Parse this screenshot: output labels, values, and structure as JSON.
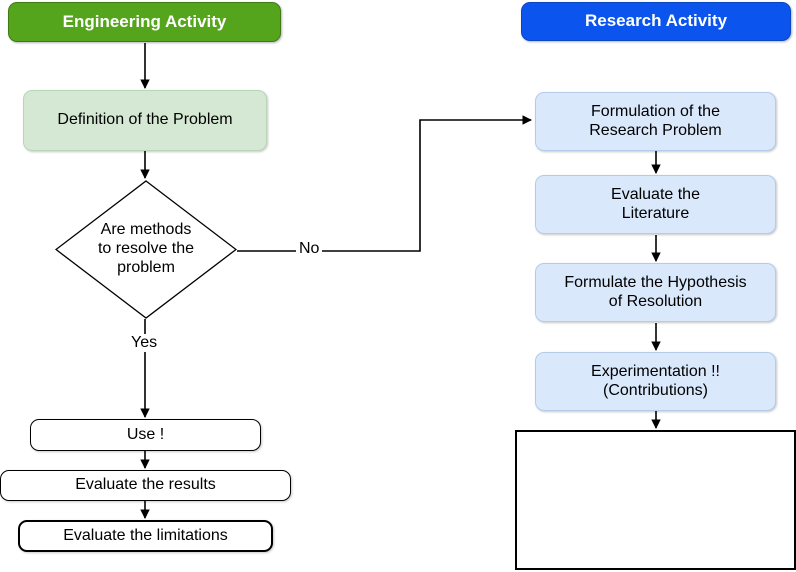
{
  "diagram": {
    "title_columns": {
      "engineering": "Engineering Activity",
      "research": "Research Activity"
    },
    "colors": {
      "engineering_header_bg": "#55A51C",
      "research_header_bg": "#0B54EE",
      "engineering_node_bg": "#D5E8D4",
      "research_node_bg": "#DAE8FC",
      "plain_node_bg": "#FFFFFF",
      "edge_stroke": "#000000",
      "header_text": "#FFFFFF",
      "node_text": "#000000"
    },
    "engineering_nodes": [
      {
        "id": "definition",
        "label": "Definition of the Problem",
        "shape": "rounded-rect",
        "fill": "light-green"
      },
      {
        "id": "decision",
        "label": "Are methods\nto resolve the\nproblem",
        "shape": "diamond",
        "fill": "white"
      },
      {
        "id": "use",
        "label": "Use !",
        "shape": "rounded-rect",
        "fill": "white"
      },
      {
        "id": "evaluate-results",
        "label": "Evaluate the results",
        "shape": "rounded-rect",
        "fill": "white"
      },
      {
        "id": "evaluate-limitations",
        "label": "Evaluate the limitations",
        "shape": "rounded-rect",
        "fill": "white"
      }
    ],
    "research_nodes": [
      {
        "id": "formulation",
        "label": "Formulation of the\nResearch Problem",
        "shape": "rounded-rect",
        "fill": "light-blue"
      },
      {
        "id": "literature",
        "label": "Evaluate the\nLiterature",
        "shape": "rounded-rect",
        "fill": "light-blue"
      },
      {
        "id": "hypothesis",
        "label": "Formulate the Hypothesis\nof Resolution",
        "shape": "rounded-rect",
        "fill": "light-blue"
      },
      {
        "id": "experimentation",
        "label": "Experimentation !!\n(Contributions)",
        "shape": "rounded-rect",
        "fill": "light-blue"
      },
      {
        "id": "blank",
        "label": "",
        "shape": "rect",
        "fill": "white"
      }
    ],
    "edge_labels": {
      "no": "No",
      "yes": "Yes"
    }
  }
}
